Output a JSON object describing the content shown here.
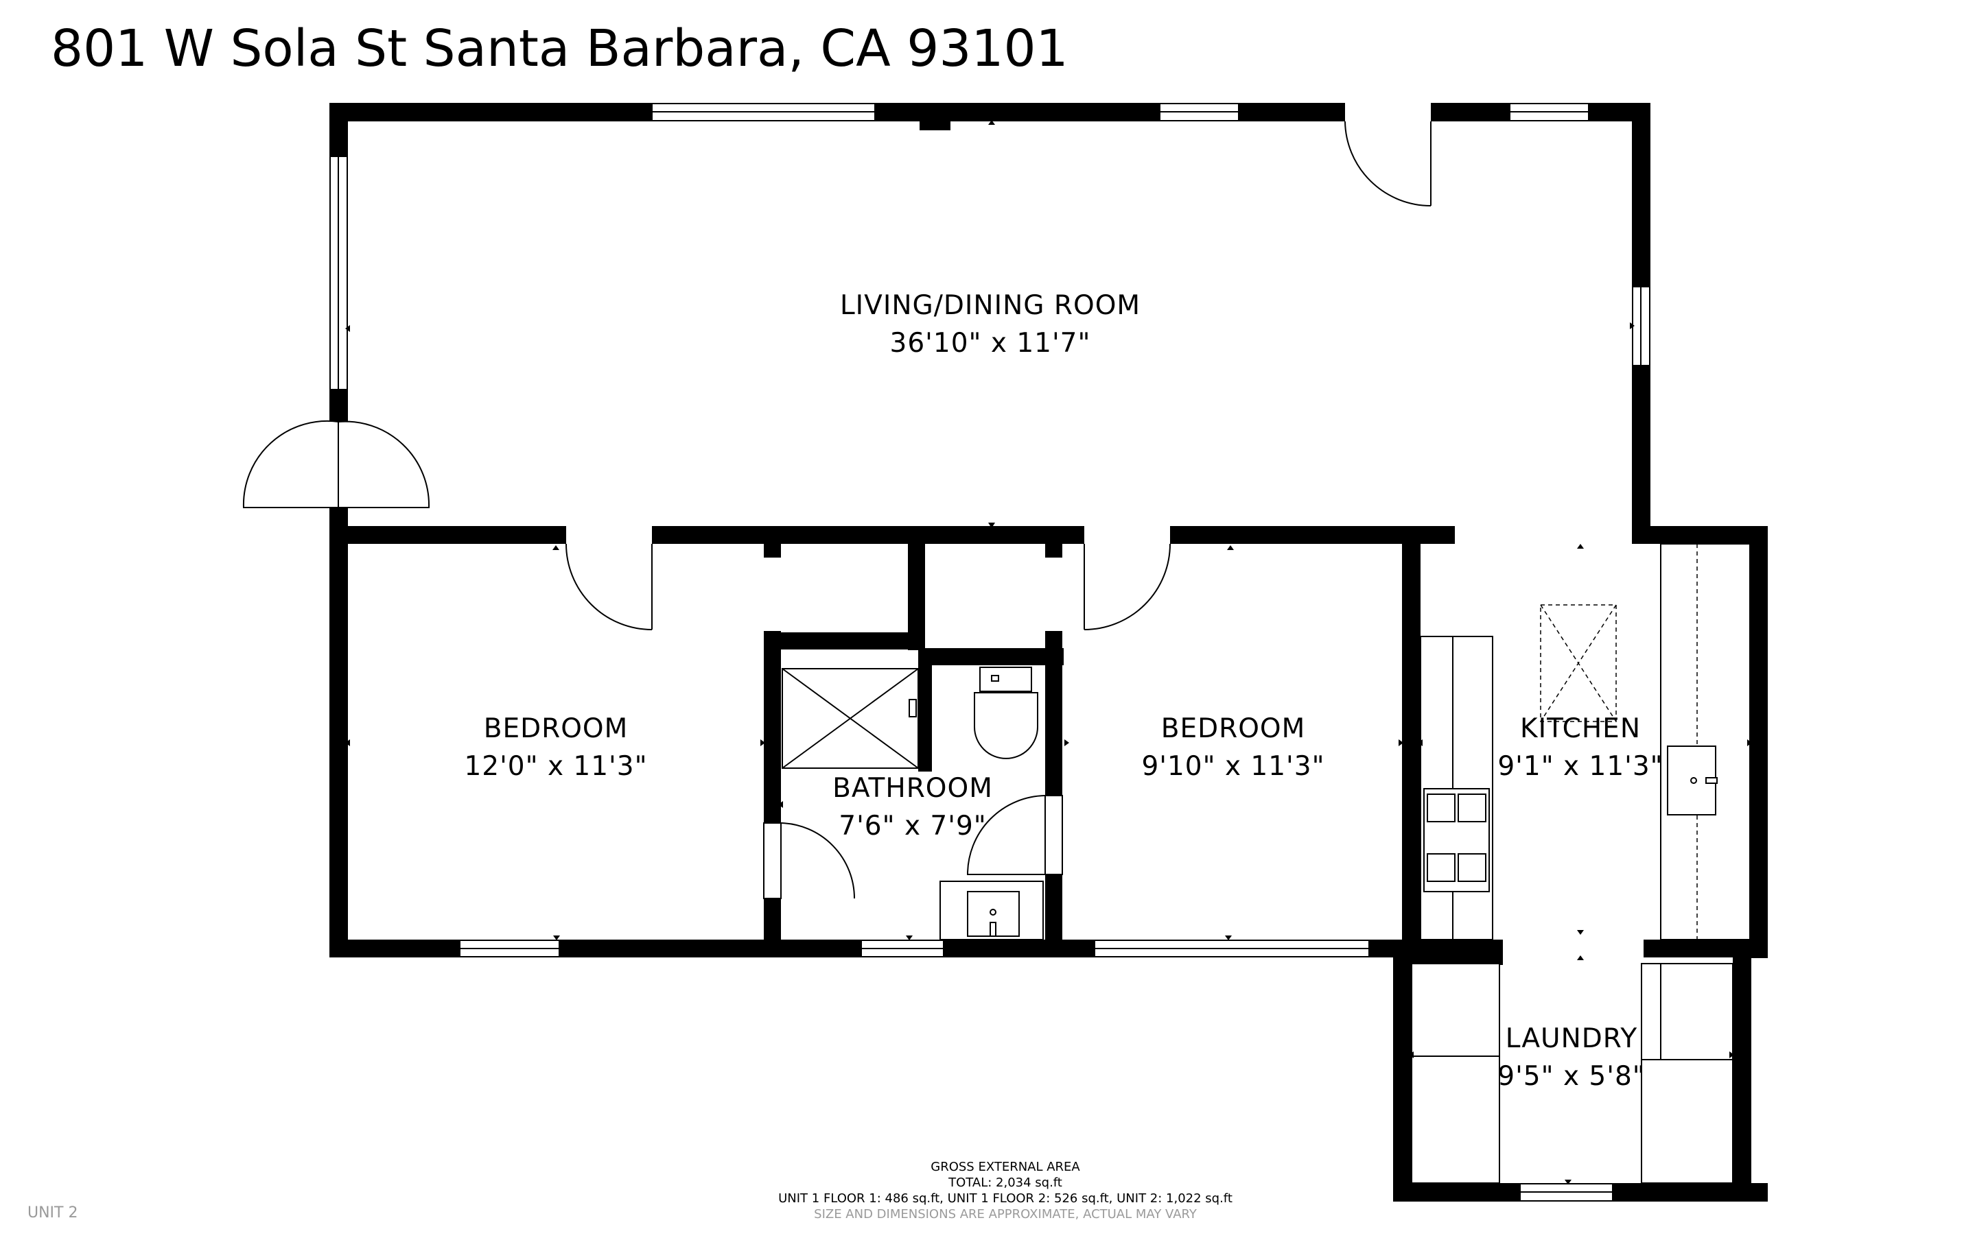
{
  "title": "801 W Sola St Santa Barbara, CA 93101",
  "unit_label": "UNIT 2",
  "rooms": {
    "living": {
      "name": "LIVING/DINING ROOM",
      "dims": "36'10\" x 11'7\""
    },
    "bedroom_left": {
      "name": "BEDROOM",
      "dims": "12'0\" x 11'3\""
    },
    "bathroom": {
      "name": "BATHROOM",
      "dims": "7'6\" x 7'9\""
    },
    "bedroom_right": {
      "name": "BEDROOM",
      "dims": "9'10\" x 11'3\""
    },
    "kitchen": {
      "name": "KITCHEN",
      "dims": "9'1\" x 11'3\""
    },
    "laundry": {
      "name": "LAUNDRY",
      "dims": "9'5\" x 5'8\""
    }
  },
  "area": {
    "heading": "GROSS EXTERNAL AREA",
    "total": "TOTAL: 2,034 sq.ft",
    "breakdown": "UNIT 1 FLOOR 1: 486 sq.ft, UNIT 1 FLOOR 2: 526 sq.ft,  UNIT 2: 1,022 sq.ft",
    "disclaimer": "SIZE AND DIMENSIONS ARE APPROXIMATE, ACTUAL MAY VARY"
  }
}
